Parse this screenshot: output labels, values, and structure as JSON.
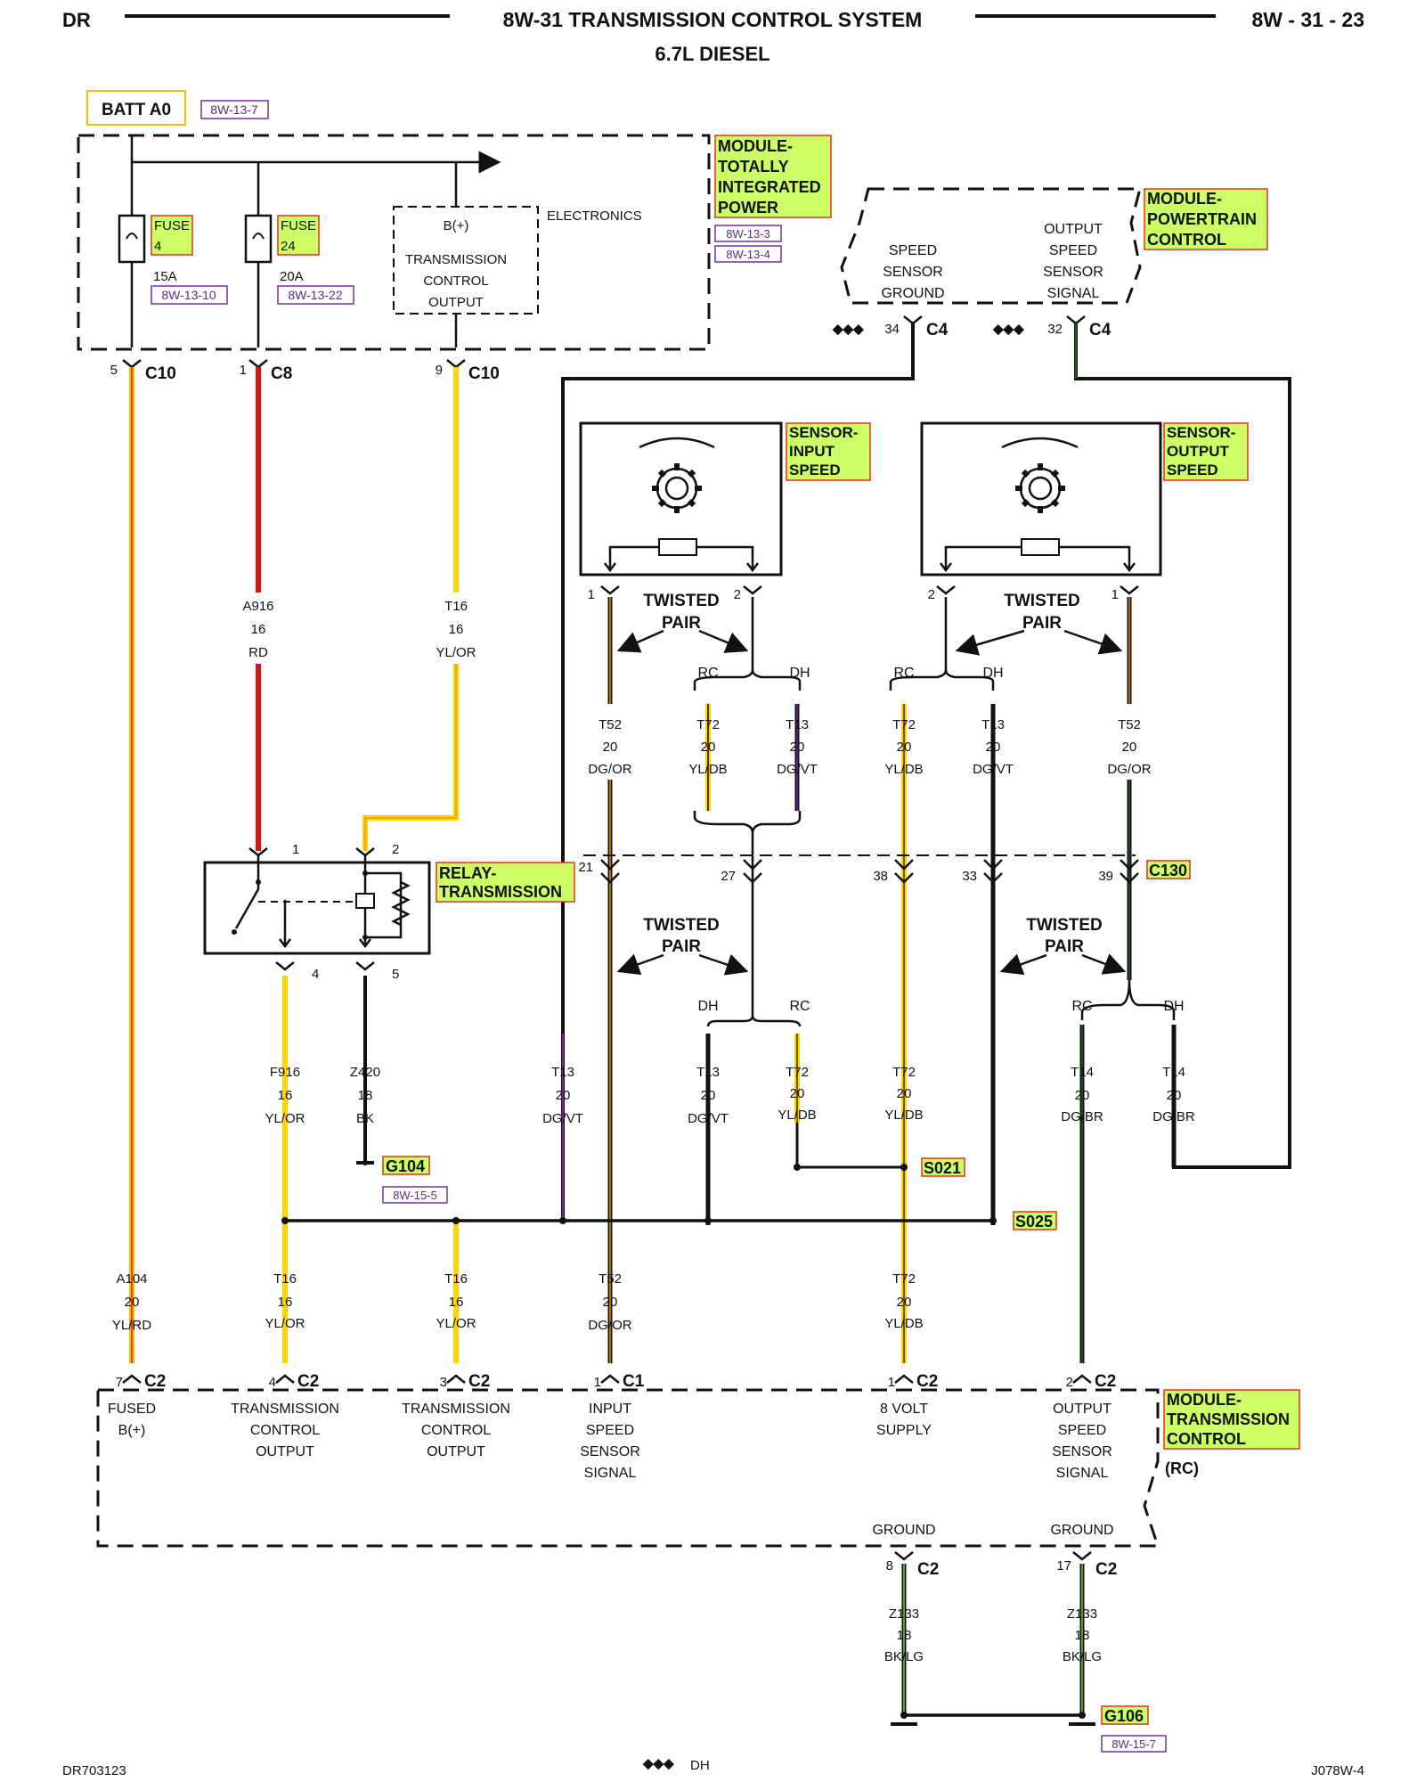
{
  "header": {
    "left": "DR",
    "title": "8W-31 TRANSMISSION CONTROL SYSTEM",
    "subtitle": "6.7L DIESEL",
    "page": "8W - 31 - 23"
  },
  "footer": {
    "left": "DR703123",
    "center_symbol": "◆◆◆",
    "center": "DH",
    "right": "J078W-4"
  },
  "colors": {
    "highlight": "#ccff66",
    "highlight_border": "#e0301e",
    "ref_border": "#7030a0",
    "batt_border": "#f0c000",
    "yellow_wire": "#ffd400",
    "red_wire": "#e01010",
    "orange_wire": "#f08c00",
    "dark_green_wire": "#1b5e20",
    "violet_wire": "#7b1fa2"
  },
  "batt": {
    "label": "BATT A0",
    "ref": "8W-13-7"
  },
  "tip_module": {
    "label_lines": [
      "MODULE-",
      "TOTALLY",
      "INTEGRATED",
      "POWER"
    ],
    "refs": [
      "8W-13-3",
      "8W-13-4"
    ],
    "fuse4": {
      "name_lines": [
        "FUSE",
        "4"
      ],
      "rating": "15A",
      "ref": "8W-13-10"
    },
    "fuse24": {
      "name_lines": [
        "FUSE",
        "24"
      ],
      "rating": "20A",
      "ref": "8W-13-22"
    },
    "inner_box_lines": [
      "B(+)",
      "TRANSMISSION",
      "CONTROL",
      "OUTPUT"
    ],
    "electronics": "ELECTRONICS",
    "pins": [
      {
        "pin": "5",
        "conn": "C10"
      },
      {
        "pin": "1",
        "conn": "C8"
      },
      {
        "pin": "9",
        "conn": "C10"
      }
    ]
  },
  "pcm": {
    "label_lines": [
      "MODULE-",
      "POWERTRAIN",
      "CONTROL"
    ],
    "sensor_ground_lines": [
      "SPEED",
      "SENSOR",
      "GROUND"
    ],
    "sensor_signal_lines": [
      "OUTPUT",
      "SPEED",
      "SENSOR",
      "SIGNAL"
    ],
    "pins": [
      {
        "pin": "34",
        "conn": "C4"
      },
      {
        "pin": "32",
        "conn": "C4"
      }
    ]
  },
  "input_sensor": {
    "label_lines": [
      "SENSOR-",
      "INPUT",
      "SPEED"
    ],
    "pin_left": "1",
    "pin_right": "2"
  },
  "output_sensor": {
    "label_lines": [
      "SENSOR-",
      "OUTPUT",
      "SPEED"
    ],
    "pin_left": "2",
    "pin_right": "1"
  },
  "twisted_pair_lines": [
    "TWISTED",
    "PAIR"
  ],
  "variant_rc": "RC",
  "variant_dh": "DH",
  "relay": {
    "label_lines": [
      "RELAY-",
      "TRANSMISSION"
    ],
    "pins": [
      "1",
      "2",
      "4",
      "5"
    ]
  },
  "c130": {
    "conn": "C130",
    "pins": [
      "21",
      "27",
      "38",
      "33",
      "39"
    ]
  },
  "wires": {
    "a916": [
      "A916",
      "16",
      "RD"
    ],
    "t16_top": [
      "T16",
      "16",
      "YL/OR"
    ],
    "t52_in": [
      "T52",
      "20",
      "DG/OR"
    ],
    "t72_in": [
      "T72",
      "20",
      "YL/DB"
    ],
    "t13_in": [
      "T13",
      "20",
      "DG/VT"
    ],
    "t72_out": [
      "T72",
      "20",
      "YL/DB"
    ],
    "t13_out": [
      "T13",
      "20",
      "DG/VT"
    ],
    "t52_out": [
      "T52",
      "20",
      "DG/OR"
    ],
    "f916": [
      "F916",
      "16",
      "YL/OR"
    ],
    "z420": [
      "Z420",
      "18",
      "BK"
    ],
    "t13_mid": [
      "T13",
      "20",
      "DG/VT"
    ],
    "t13_dh": [
      "T13",
      "20",
      "DG/VT"
    ],
    "t72_rc": [
      "T72",
      "20",
      "YL/DB"
    ],
    "t72_mid": [
      "T72",
      "20",
      "YL/DB"
    ],
    "t14_rc": [
      "T14",
      "20",
      "DG/BR"
    ],
    "t14_dh": [
      "T14",
      "20",
      "DG/BR"
    ],
    "a104": [
      "A104",
      "20",
      "YL/RD"
    ],
    "t16_a": [
      "T16",
      "16",
      "YL/OR"
    ],
    "t16_b": [
      "T16",
      "16",
      "YL/OR"
    ],
    "t52_low": [
      "T52",
      "20",
      "DG/OR"
    ],
    "t72_low": [
      "T72",
      "20",
      "YL/DB"
    ],
    "z133_a": [
      "Z133",
      "18",
      "BK/LG"
    ],
    "z133_b": [
      "Z133",
      "18",
      "BK/LG"
    ]
  },
  "g104": {
    "label": "G104",
    "ref": "8W-15-5"
  },
  "s021": {
    "label": "S021"
  },
  "s025": {
    "label": "S025"
  },
  "g106": {
    "label": "G106",
    "ref": "8W-15-7"
  },
  "tcm": {
    "label_lines": [
      "MODULE-",
      "TRANSMISSION",
      "CONTROL"
    ],
    "variant": "(RC)",
    "pins": [
      {
        "pin": "7",
        "conn": "C2",
        "lines": [
          "FUSED",
          "B(+)"
        ]
      },
      {
        "pin": "4",
        "conn": "C2",
        "lines": [
          "TRANSMISSION",
          "CONTROL",
          "OUTPUT"
        ]
      },
      {
        "pin": "3",
        "conn": "C2",
        "lines": [
          "TRANSMISSION",
          "CONTROL",
          "OUTPUT"
        ]
      },
      {
        "pin": "1",
        "conn": "C1",
        "lines": [
          "INPUT",
          "SPEED",
          "SENSOR",
          "SIGNAL"
        ]
      },
      {
        "pin": "1",
        "conn": "C2",
        "lines": [
          "8 VOLT",
          "SUPPLY"
        ]
      },
      {
        "pin": "2",
        "conn": "C2",
        "lines": [
          "OUTPUT",
          "SPEED",
          "SENSOR",
          "SIGNAL"
        ]
      }
    ],
    "grounds": [
      {
        "label": "GROUND",
        "pin": "8",
        "conn": "C2"
      },
      {
        "label": "GROUND",
        "pin": "17",
        "conn": "C2"
      }
    ]
  }
}
